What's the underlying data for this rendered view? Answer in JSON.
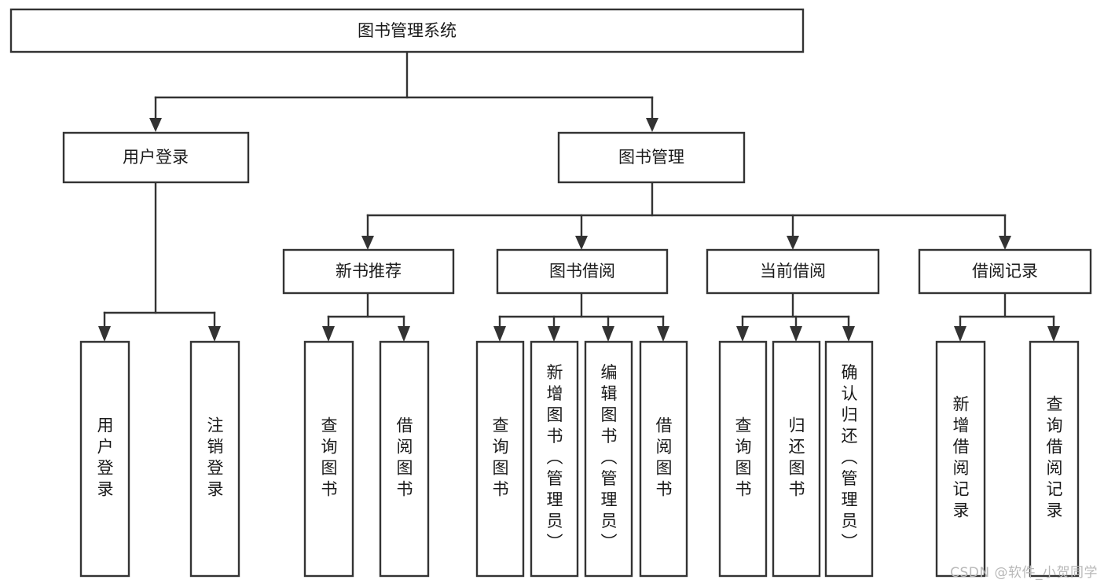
{
  "diagram": {
    "title": "图书管理系统",
    "watermark": "CSDN @软件_小贺同学",
    "levels": {
      "root": {
        "label": "图书管理系统"
      },
      "level2": [
        {
          "label": "用户登录"
        },
        {
          "label": "图书管理"
        }
      ],
      "level3": [
        {
          "label": "新书推荐"
        },
        {
          "label": "图书借阅"
        },
        {
          "label": "当前借阅"
        },
        {
          "label": "借阅记录"
        }
      ],
      "leaves_user_login": [
        {
          "label": "用户登录"
        },
        {
          "label": "注销登录"
        }
      ],
      "leaves_new_book": [
        {
          "label": "查询图书"
        },
        {
          "label": "借阅图书"
        }
      ],
      "leaves_borrow": [
        {
          "label": "查询图书"
        },
        {
          "label": "新增图书（管理员）"
        },
        {
          "label": "编辑图书（管理员）"
        },
        {
          "label": "借阅图书"
        }
      ],
      "leaves_current": [
        {
          "label": "查询图书"
        },
        {
          "label": "归还图书"
        },
        {
          "label": "确认归还（管理员）"
        }
      ],
      "leaves_record": [
        {
          "label": "新增借阅记录"
        },
        {
          "label": "查询借阅记录"
        }
      ]
    },
    "colors": {
      "stroke": "#333333",
      "fill": "#ffffff",
      "text": "#1a1a1a",
      "watermark": "#b8b8b8"
    }
  }
}
